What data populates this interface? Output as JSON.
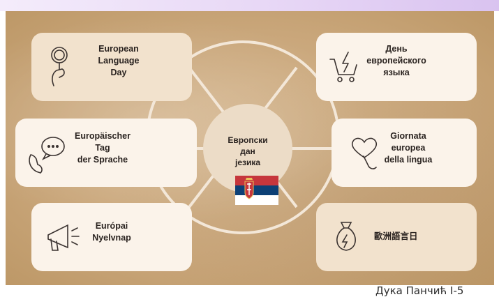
{
  "center": {
    "label": "Европски\nдан\nјезика"
  },
  "cards": [
    {
      "label": "European\nLanguage\nDay",
      "icon": "magnifier-hand-icon"
    },
    {
      "label": "Europäischer\nTag\nder Sprache",
      "icon": "speech-bubble-icon"
    },
    {
      "label": "Európai\nNyelvnap",
      "icon": "megaphone-icon"
    },
    {
      "label": "День\nевропейского\nязыка",
      "icon": "shopping-cart-icon"
    },
    {
      "label": "Giornata\neuropea\ndella lingua",
      "icon": "heart-hand-icon"
    },
    {
      "label": "歐洲語言日",
      "icon": "money-bag-icon"
    }
  ],
  "footer": {
    "author": "Дука Панчић I-5"
  },
  "colors": {
    "card_light": "#fbf3ea",
    "card_tan": "#f2e2cd",
    "center": "#ecdcc7",
    "lines": "#f3e7d8"
  }
}
